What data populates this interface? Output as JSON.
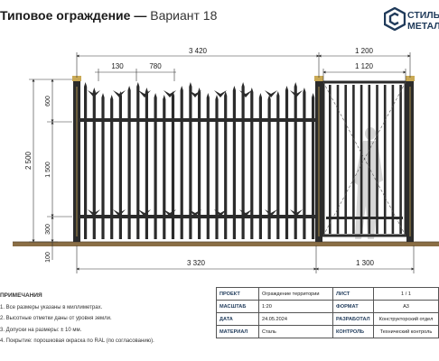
{
  "header": {
    "title_main": "Типовое ограждение —",
    "title_variant": "Вариант 18",
    "logo_line1": "СТИЛЬ",
    "logo_line2": "МЕТАЛ"
  },
  "dimensions": {
    "top_total_left": "3 420",
    "top_span_130": "130",
    "top_span_780": "780",
    "gate_outer": "1 200",
    "gate_inner": "1 120",
    "bottom_left": "3 320",
    "bottom_right": "1 300",
    "vertical_total": "2 500",
    "vertical_600": "600",
    "vertical_1500": "1 500",
    "vertical_300": "300",
    "vertical_100": "100"
  },
  "notes": {
    "heading": "ПРИМЕЧАНИЯ",
    "items": [
      "1. Все размеры указаны в миллиметрах.",
      "2. Высотные отметки даны от уровня земли.",
      "3. Допуски на размеры: ± 10 мм.",
      "4. Покрытие: порошковая окраска по RAL (по согласованию)."
    ]
  },
  "title_block": {
    "project_label": "ПРОЕКТ",
    "project_value": "Ограждение территории",
    "sheet_label": "ЛИСТ",
    "sheet_value": "1 / 1",
    "scale_label": "МАСШТАБ",
    "scale_value": "1:20",
    "format_label": "ФОРМАТ",
    "format_value": "А3",
    "date_label": "ДАТА",
    "date_value": "24.05.2024",
    "developed_label": "РАЗРАБОТАЛ",
    "developed_value": "Конструкторский отдел",
    "material_label": "МАТЕРИАЛ",
    "material_value": "Сталь",
    "control_label": "КОНТРОЛЬ",
    "control_value": "Технический контроль"
  },
  "colors": {
    "metal": "#2b2b2b",
    "post_gold": "#c9a955",
    "ground": "#8a6e45",
    "brand": "#1f3a5a",
    "dim_line": "#333333"
  }
}
